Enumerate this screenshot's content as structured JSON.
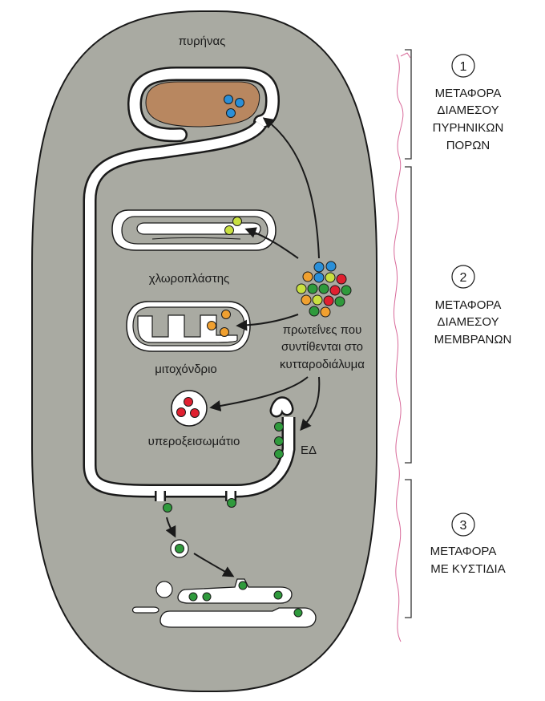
{
  "labels": {
    "nucleus": "πυρήνας",
    "chloroplast": "χλωροπλάστης",
    "mitochondrion": "μιτοχόνδριο",
    "cytosol_line1": "πρωτεΐνες που",
    "cytosol_line2": "συντίθενται στο",
    "cytosol_line3": "κυτταροδιάλυμα",
    "peroxisome": "υπεροξεισωμάτιο",
    "er": "ΕΔ"
  },
  "steps": [
    {
      "number": "1",
      "lines": [
        "ΜΕΤΑΦΟΡΑ",
        "ΔΙΑΜΕΣΟΥ",
        "ΠΥΡΗΝΙΚΩΝ",
        "ΠΟΡΩΝ"
      ]
    },
    {
      "number": "2",
      "lines": [
        "ΜΕΤΑΦΟΡΑ",
        "ΔΙΑΜΕΣΟΥ",
        "ΜΕΜΒΡΑΝΩΝ"
      ]
    },
    {
      "number": "3",
      "lines": [
        "ΜΕΤΑΦΟΡΑ",
        "ΜΕ ΚΥΣΤΙΔΙΑ"
      ]
    }
  ],
  "colors": {
    "cytoplasm": "#a9aaa2",
    "cell_outline": "#1a1a1a",
    "nucleus_fill": "#b88760",
    "membrane_lumen": "#ffffff",
    "protein_blue": "#2a8fd8",
    "protein_green": "#2f9a3c",
    "protein_lightgreen": "#c8e040",
    "protein_orange": "#f0a030",
    "protein_red": "#e02030",
    "bracket": "#333333",
    "scribble": "#d86a9a"
  }
}
